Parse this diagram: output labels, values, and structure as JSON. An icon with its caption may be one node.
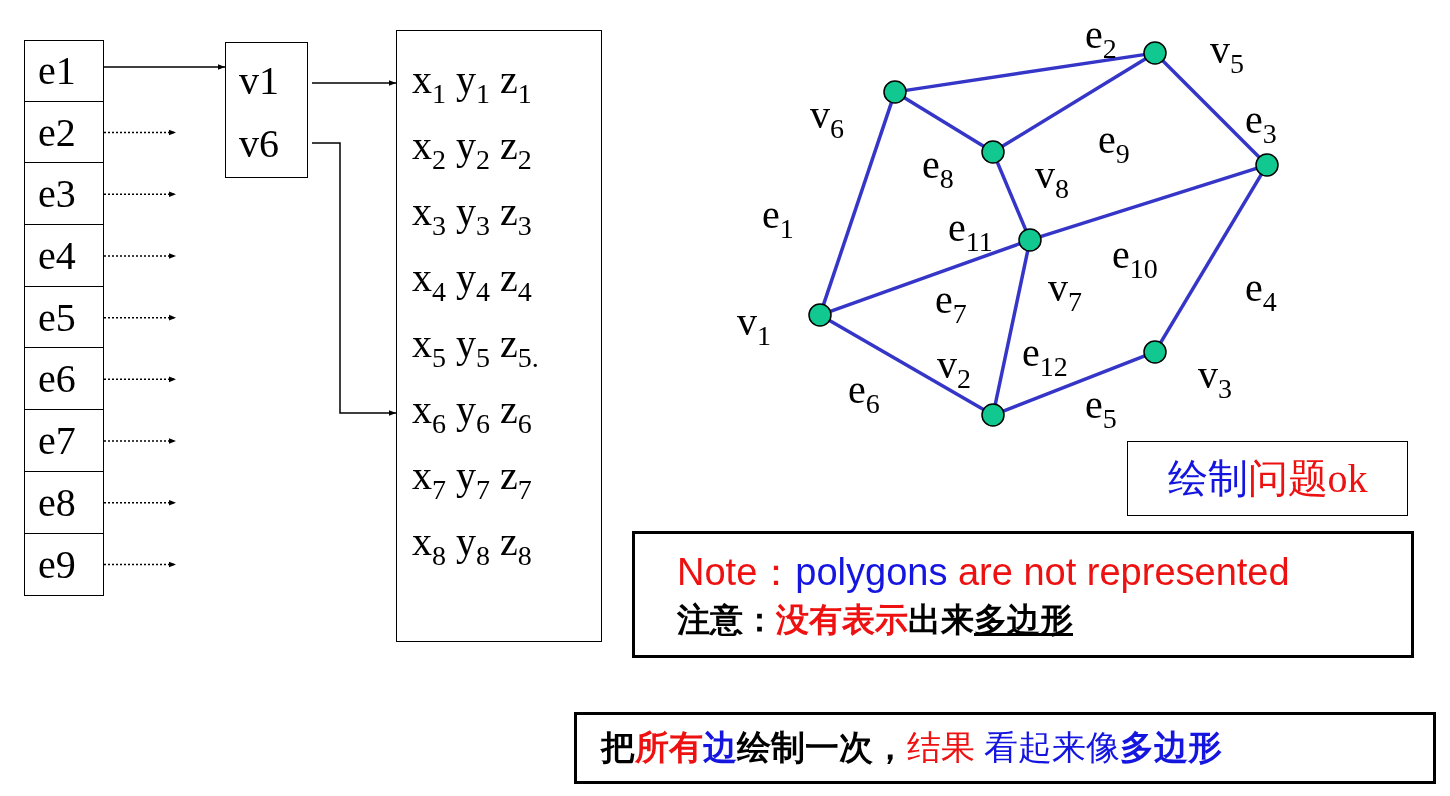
{
  "diagram": {
    "nodes": [
      {
        "text": [],
        "shape": "box"
      },
      {
        "text": [
          "e1"
        ],
        "in": 0
      },
      {
        "text": [
          "e2"
        ],
        "in": 0
      },
      {
        "text": [
          "e3"
        ],
        "in": 0
      },
      {
        "text": [
          "e4"
        ],
        "in": 0
      },
      {
        "text": [
          "e5"
        ],
        "in": 0
      },
      {
        "text": [
          "e6"
        ],
        "in": 0
      },
      {
        "text": [
          "e7"
        ],
        "in": 0
      },
      {
        "text": [
          "e8"
        ],
        "in": 0
      },
      {
        "text": [
          "e9"
        ],
        "in": 0
      },
      {
        "text": [],
        "shape": "box"
      },
      {
        "text": [
          "v1"
        ],
        "in": 10
      },
      {
        "text": [
          "v6"
        ],
        "in": 10
      },
      {
        "text": [],
        "shape": "box"
      },
      {
        "text": [
          "x$_{1}$ y$_{1}$ z$_{1}$"
        ],
        "in": 13
      },
      {
        "text": [
          "x$_{2}$ y$_{2}$ z$_{2}$"
        ],
        "in": 13
      },
      {
        "text": [
          "x$_{3}$ y$_{3}$ z$_{3}$"
        ],
        "in": 13
      },
      {
        "text": [
          "x$_{4}$ y$_{4}$ z$_{4}$"
        ],
        "in": 13
      },
      {
        "text": [
          "x$_{5}$ y$_{5}$ z$_{5.}$"
        ],
        "in": 13
      },
      {
        "text": [
          "x$_{6}$ y$_{6}$ z$_{6}$"
        ],
        "in": 13
      },
      {
        "text": [
          "x$_{7}$ y$_{7}$ z$_{7}$"
        ],
        "in": 13
      },
      {
        "text": [
          "x$_{8}$ y$_{8}$ z$_{8}$"
        ],
        "in": 13
      },
      {
        "text": [],
        "shape": "circle",
        "beside": [
          "v$_{5}$"
        ]
      },
      {
        "text": [],
        "shape": "circle",
        "beside": [
          "v$_{6}$"
        ]
      },
      {
        "text": [],
        "shape": "circle",
        "beside": [
          "v$_{8}$"
        ]
      },
      {
        "text": [],
        "shape": "circle"
      },
      {
        "text": [],
        "shape": "circle",
        "beside": [
          "v$_{7}$"
        ]
      },
      {
        "text": [],
        "shape": "circle",
        "beside": [
          "v$_{1}$"
        ]
      },
      {
        "text": [],
        "shape": "circle",
        "beside": [
          "v$_{3}$"
        ]
      },
      {
        "text": [],
        "shape": "circle",
        "beside": [
          "v$_{2}$"
        ]
      },
      {
        "text": [
          "绘制问题ok"
        ]
      },
      {
        "text": [
          "Note：polygons are not represented",
          "注意：没有表示出来多边形"
        ]
      },
      {
        "text": [
          "把所有边绘制一次，结果 看起来像多边形"
        ]
      }
    ],
    "edges": [
      {
        "from": 1,
        "to": 10,
        "arrow": "to",
        "color": "#000000"
      },
      {
        "from": 2,
        "to": null,
        "arrow": "to",
        "style": "dashed",
        "color": "#000000"
      },
      {
        "from": 3,
        "to": null,
        "arrow": "to",
        "style": "dashed",
        "color": "#000000"
      },
      {
        "from": 4,
        "to": null,
        "arrow": "to",
        "style": "dashed",
        "color": "#000000"
      },
      {
        "from": 5,
        "to": null,
        "arrow": "to",
        "style": "dashed",
        "color": "#000000"
      },
      {
        "from": 6,
        "to": null,
        "arrow": "to",
        "style": "dashed",
        "color": "#000000"
      },
      {
        "from": 7,
        "to": null,
        "arrow": "to",
        "style": "dashed",
        "color": "#000000"
      },
      {
        "from": 8,
        "to": null,
        "arrow": "to",
        "style": "dashed",
        "color": "#000000"
      },
      {
        "from": 9,
        "to": null,
        "arrow": "to",
        "style": "dashed",
        "color": "#000000"
      },
      {
        "from": 11,
        "to": 14,
        "arrow": "to",
        "color": "#000000"
      },
      {
        "from": 12,
        "to": 19,
        "arrow": "to",
        "color": "#000000"
      },
      {
        "from": 27,
        "to": 23,
        "arrow": "none",
        "label": "e$_{1}$",
        "color": "#3535c8"
      },
      {
        "from": 23,
        "to": 22,
        "arrow": "none",
        "label": "e$_{2}$",
        "color": "#3535c8"
      },
      {
        "from": 22,
        "to": 25,
        "arrow": "none",
        "label": "e$_{3}$",
        "color": "#3535c8"
      },
      {
        "from": 25,
        "to": 28,
        "arrow": "none",
        "label": "e$_{4}$",
        "color": "#3535c8"
      },
      {
        "from": 28,
        "to": 29,
        "arrow": "none",
        "label": "e$_{5}$",
        "color": "#3535c8"
      },
      {
        "from": 27,
        "to": 29,
        "arrow": "none",
        "label": "e$_{6}$",
        "color": "#3535c8"
      },
      {
        "from": 27,
        "to": 26,
        "arrow": "none",
        "label": "e$_{7}$",
        "color": "#3535c8"
      },
      {
        "from": 23,
        "to": 24,
        "arrow": "none",
        "label": "e$_{8}$",
        "color": "#3535c8"
      },
      {
        "from": 24,
        "to": 22,
        "arrow": "none",
        "label": "e$_{9}$",
        "color": "#3535c8"
      },
      {
        "from": 26,
        "to": 25,
        "arrow": "none",
        "label": "e$_{10}$",
        "color": "#3535c8"
      },
      {
        "from": 24,
        "to": 26,
        "arrow": "none",
        "label": "e$_{11}$",
        "color": "#3535c8"
      },
      {
        "from": 26,
        "to": 29,
        "arrow": "none",
        "label": "e$_{12}$",
        "color": "#3535c8"
      }
    ]
  }
}
